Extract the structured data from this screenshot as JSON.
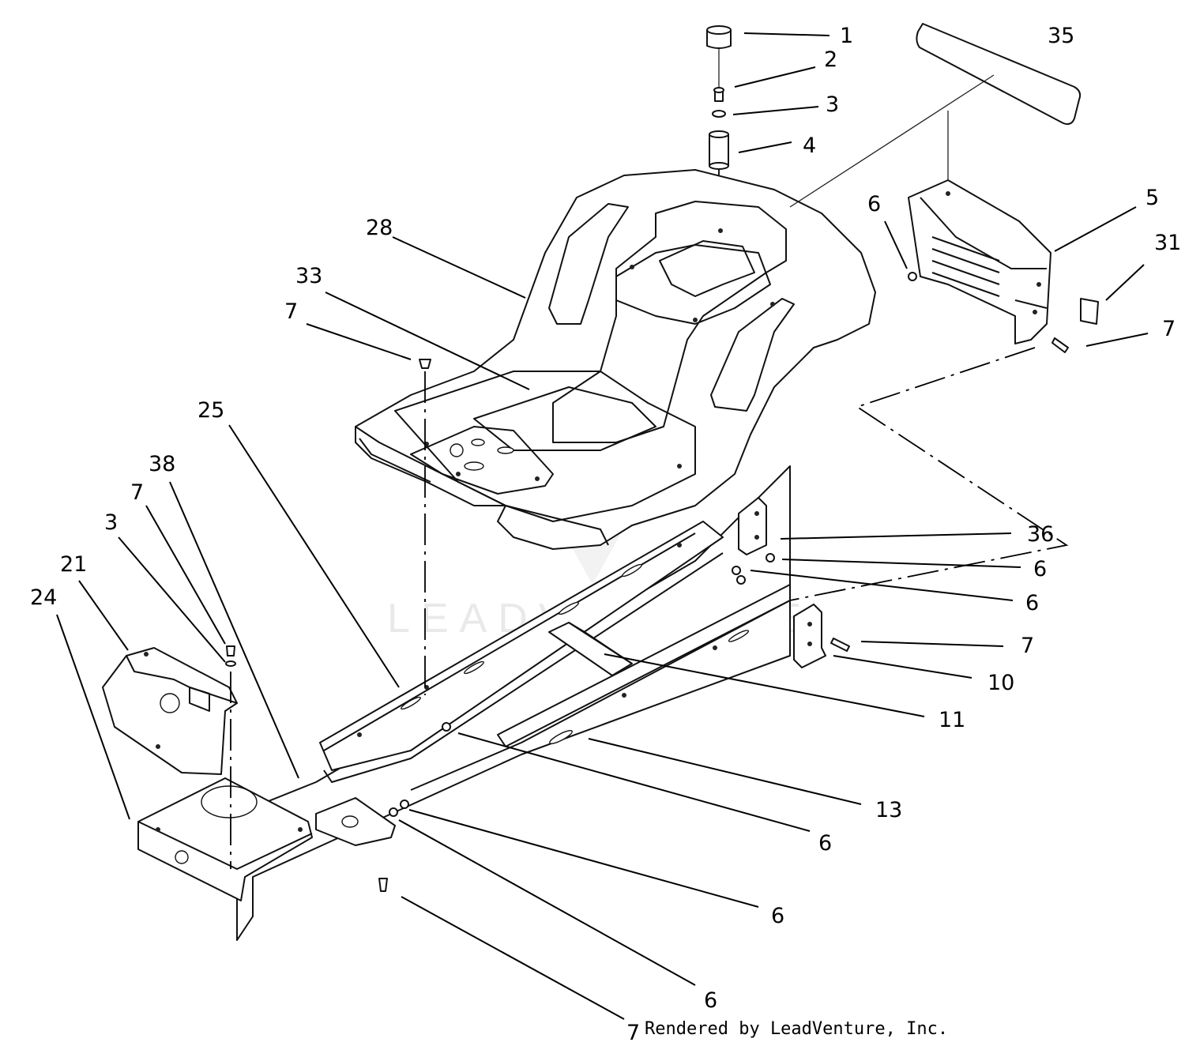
{
  "diagram": {
    "watermark": "LEADVENTURE",
    "credit": "Rendered by LeadVenture, Inc.",
    "callouts": [
      "1",
      "2",
      "3",
      "4",
      "35",
      "6",
      "5",
      "31",
      "7",
      "28",
      "33",
      "7",
      "25",
      "38",
      "7",
      "3",
      "21",
      "24",
      "36",
      "6",
      "6",
      "7",
      "10",
      "11",
      "13",
      "6",
      "6",
      "6",
      "7"
    ]
  }
}
